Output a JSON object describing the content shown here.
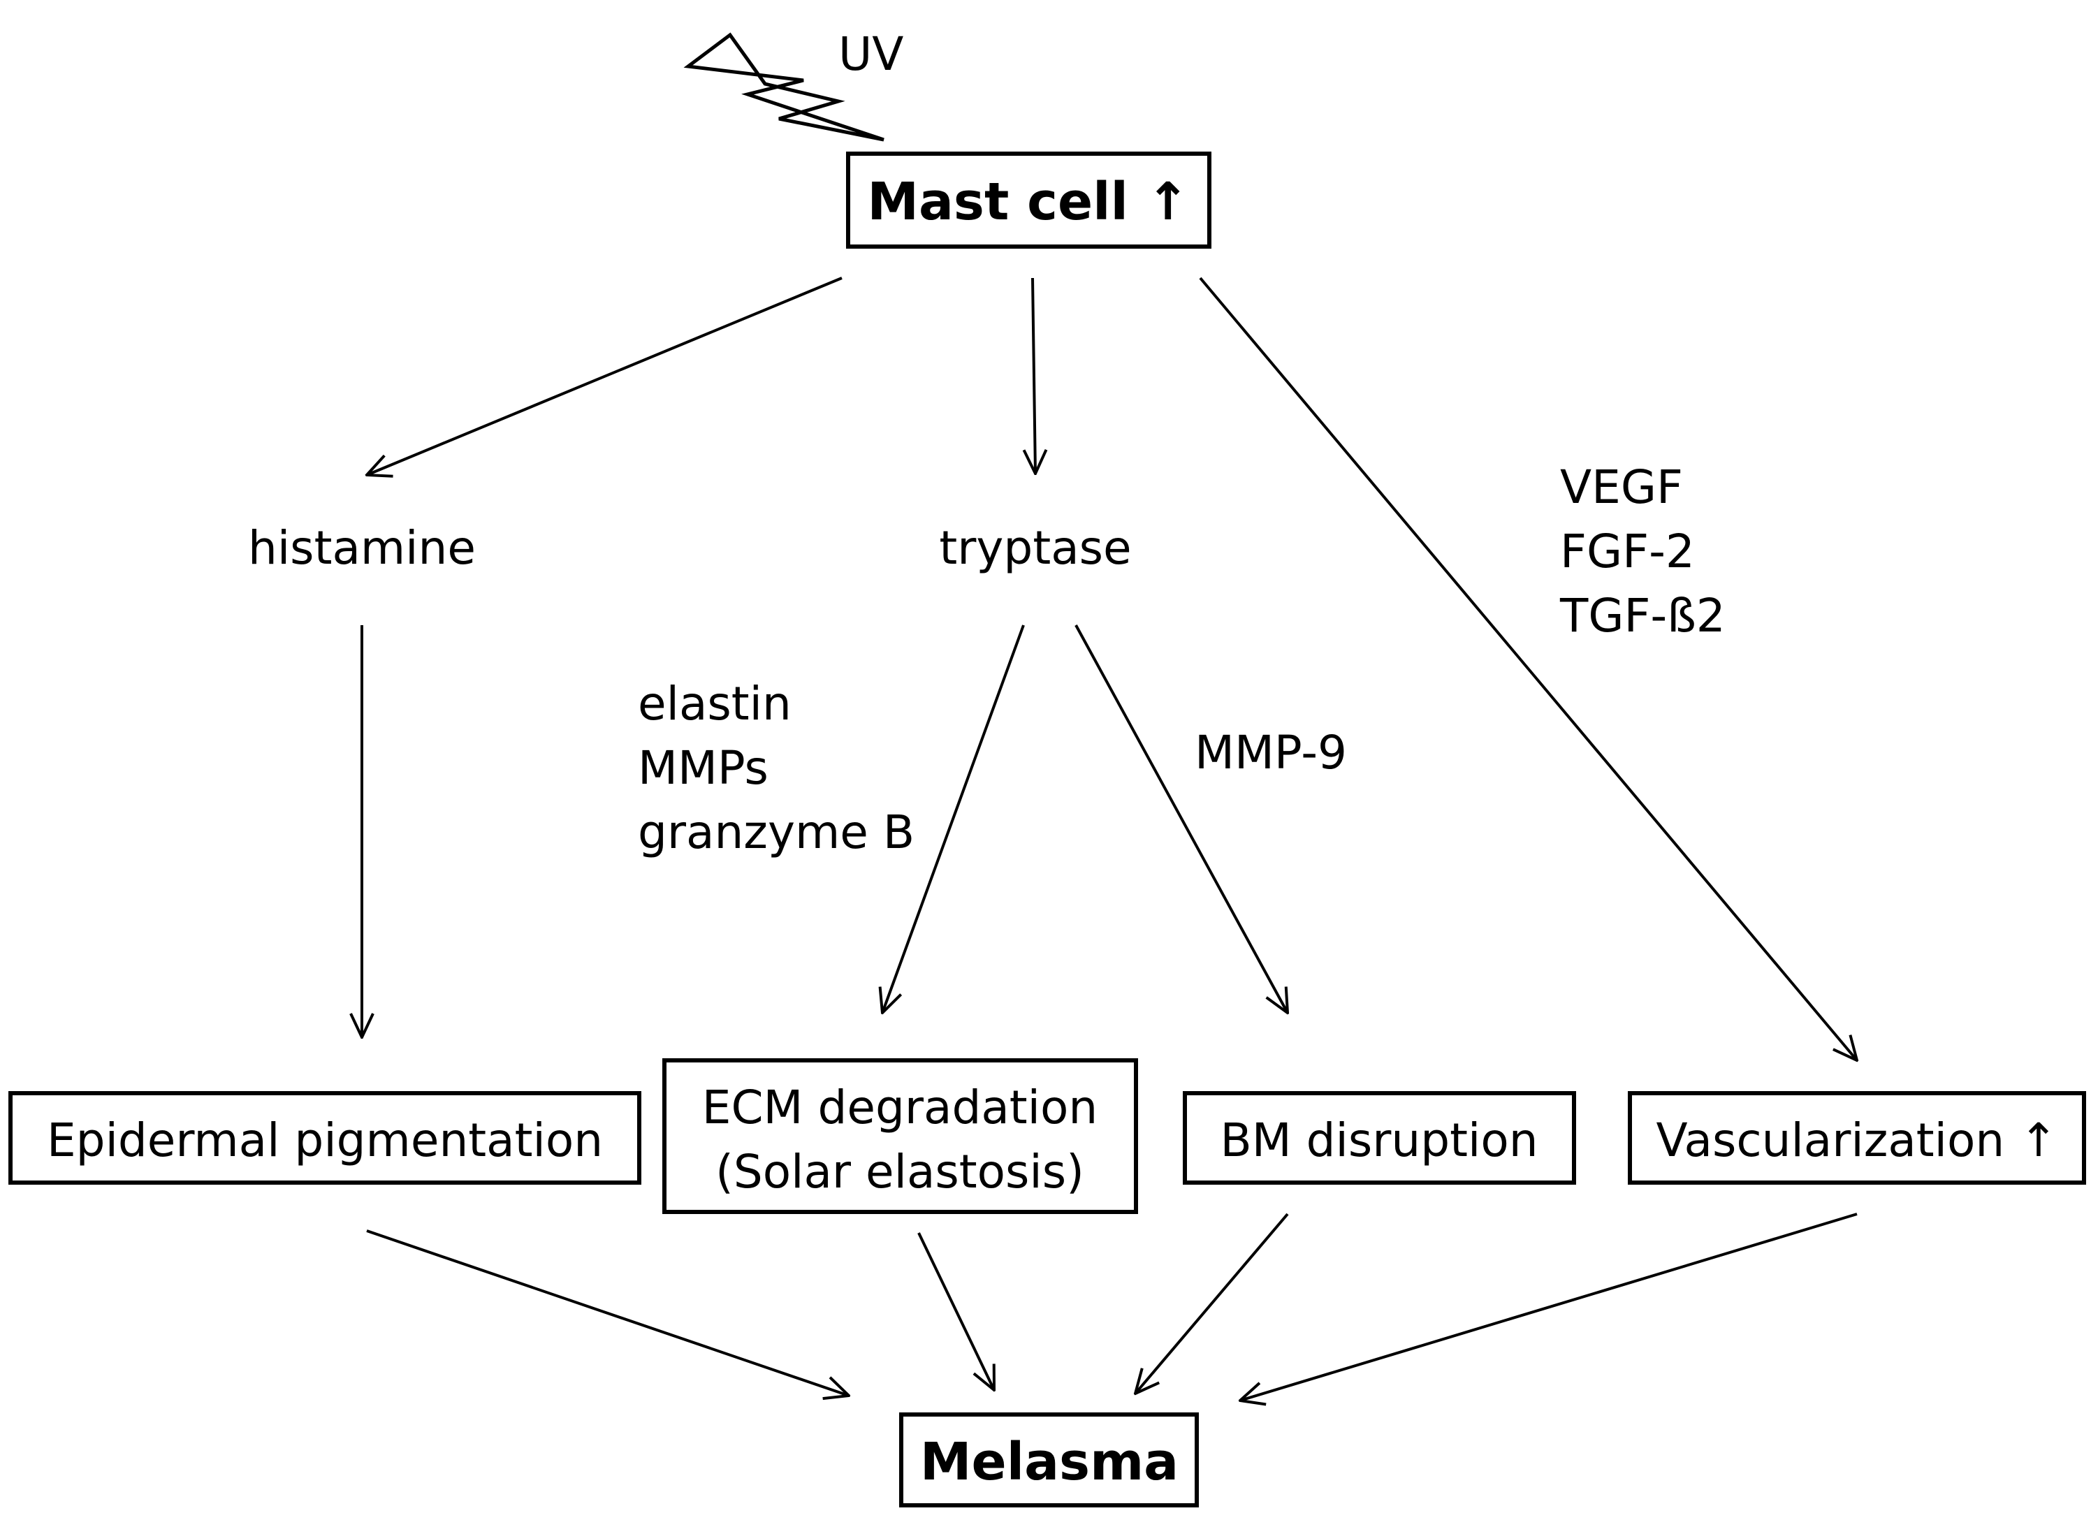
{
  "nodes": {
    "uv": "UV",
    "mast_cell": "Mast cell ↑",
    "histamine": "histamine",
    "tryptase": "tryptase",
    "growth_factors": [
      "VEGF",
      "FGF-2",
      "TGF-ß2"
    ],
    "ecm_mediators": [
      "elastin",
      "MMPs",
      "granzyme B"
    ],
    "mmp9": "MMP-9",
    "epidermal_pigmentation": "Epidermal pigmentation",
    "ecm_degradation": [
      "ECM degradation",
      "(Solar elastosis)"
    ],
    "bm_disruption": "BM disruption",
    "vascularization": "Vascularization ↑",
    "melasma": "Melasma"
  },
  "edges": [
    {
      "from": "uv",
      "to": "mast_cell"
    },
    {
      "from": "mast_cell",
      "to": "histamine"
    },
    {
      "from": "mast_cell",
      "to": "tryptase"
    },
    {
      "from": "mast_cell",
      "to": "vascularization"
    },
    {
      "from": "histamine",
      "to": "epidermal_pigmentation"
    },
    {
      "from": "tryptase",
      "to": "ecm_degradation"
    },
    {
      "from": "tryptase",
      "to": "bm_disruption"
    },
    {
      "from": "epidermal_pigmentation",
      "to": "melasma"
    },
    {
      "from": "ecm_degradation",
      "to": "melasma"
    },
    {
      "from": "bm_disruption",
      "to": "melasma"
    },
    {
      "from": "vascularization",
      "to": "melasma"
    }
  ]
}
